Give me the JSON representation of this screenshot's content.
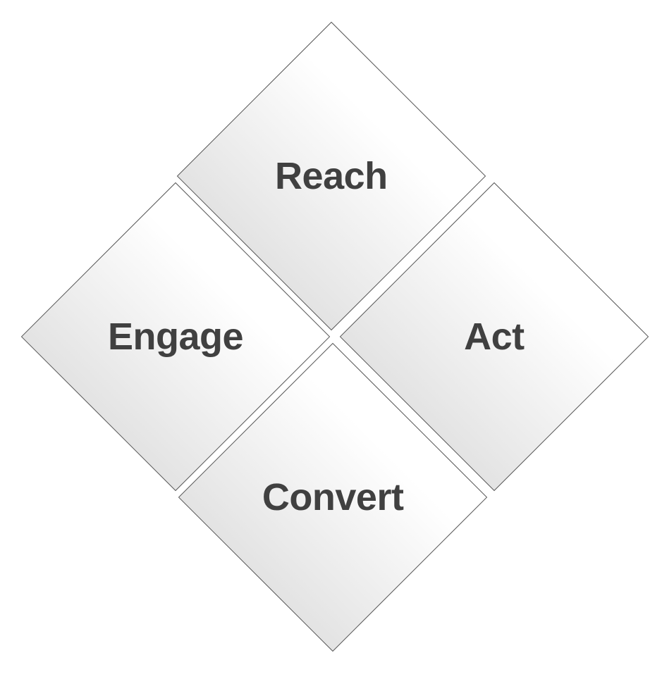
{
  "diagram": {
    "nodes": [
      {
        "id": "reach",
        "label": "Reach"
      },
      {
        "id": "engage",
        "label": "Engage"
      },
      {
        "id": "act",
        "label": "Act"
      },
      {
        "id": "convert",
        "label": "Convert"
      }
    ]
  },
  "colors": {
    "diamond-border": "#595959",
    "diamond-fill-dark": "#e3e3e3",
    "diamond-fill-light": "#ffffff",
    "label-text": "#404040",
    "background": "#ffffff"
  }
}
